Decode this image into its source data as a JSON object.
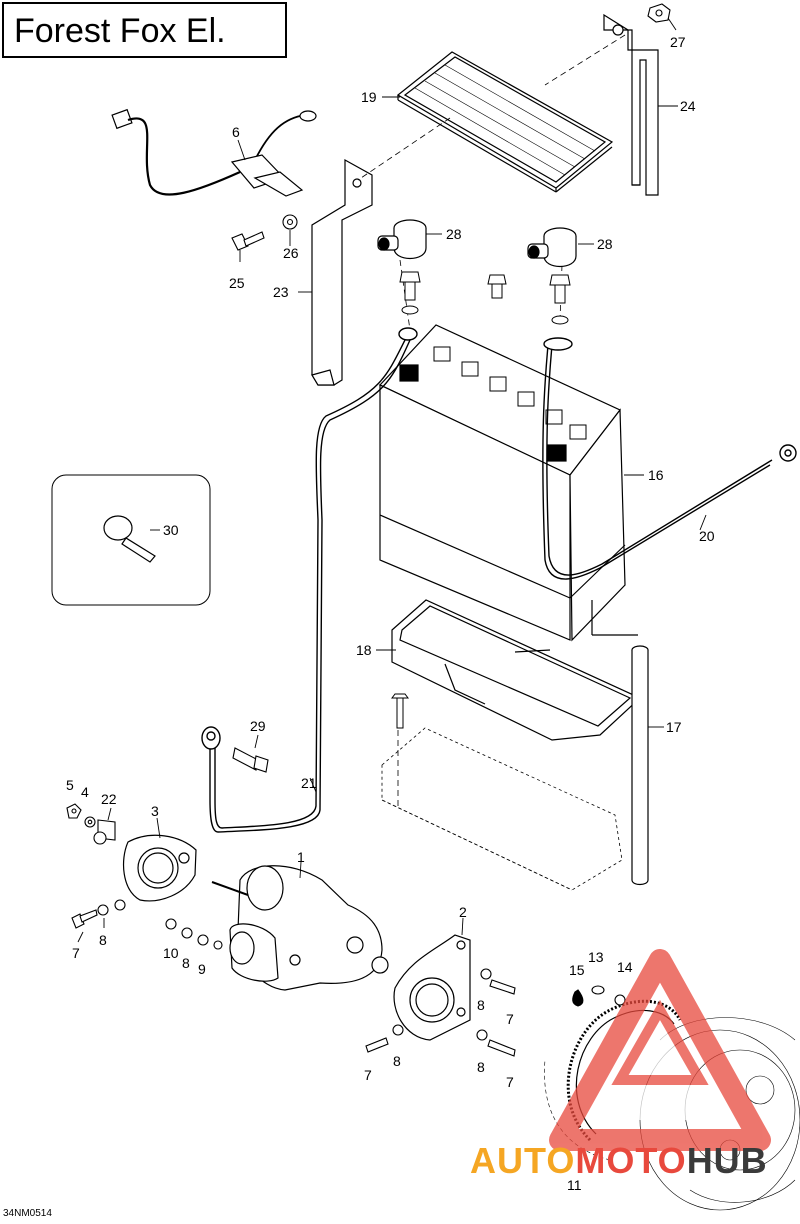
{
  "title": "Forest Fox El.",
  "drawing_code": "34NM0514",
  "watermark": {
    "part1": "AUTO",
    "part2": "MOTO",
    "part3": "HUB",
    "colors": {
      "orange": "#f5a623",
      "red": "#e8493d",
      "dark": "#3a3a3a"
    }
  },
  "callouts": {
    "c1": "1",
    "c2": "2",
    "c3": "3",
    "c4": "4",
    "c5": "5",
    "c6": "6",
    "c7": "7",
    "c8": "8",
    "c9": "9",
    "c10": "10",
    "c11": "11",
    "c13": "13",
    "c14": "14",
    "c15": "15",
    "c16": "16",
    "c17": "17",
    "c18": "18",
    "c19": "19",
    "c20": "20",
    "c21": "21",
    "c22": "22",
    "c23": "23",
    "c24": "24",
    "c25": "25",
    "c26": "26",
    "c27": "27",
    "c28": "28",
    "c29": "29",
    "c30": "30"
  }
}
